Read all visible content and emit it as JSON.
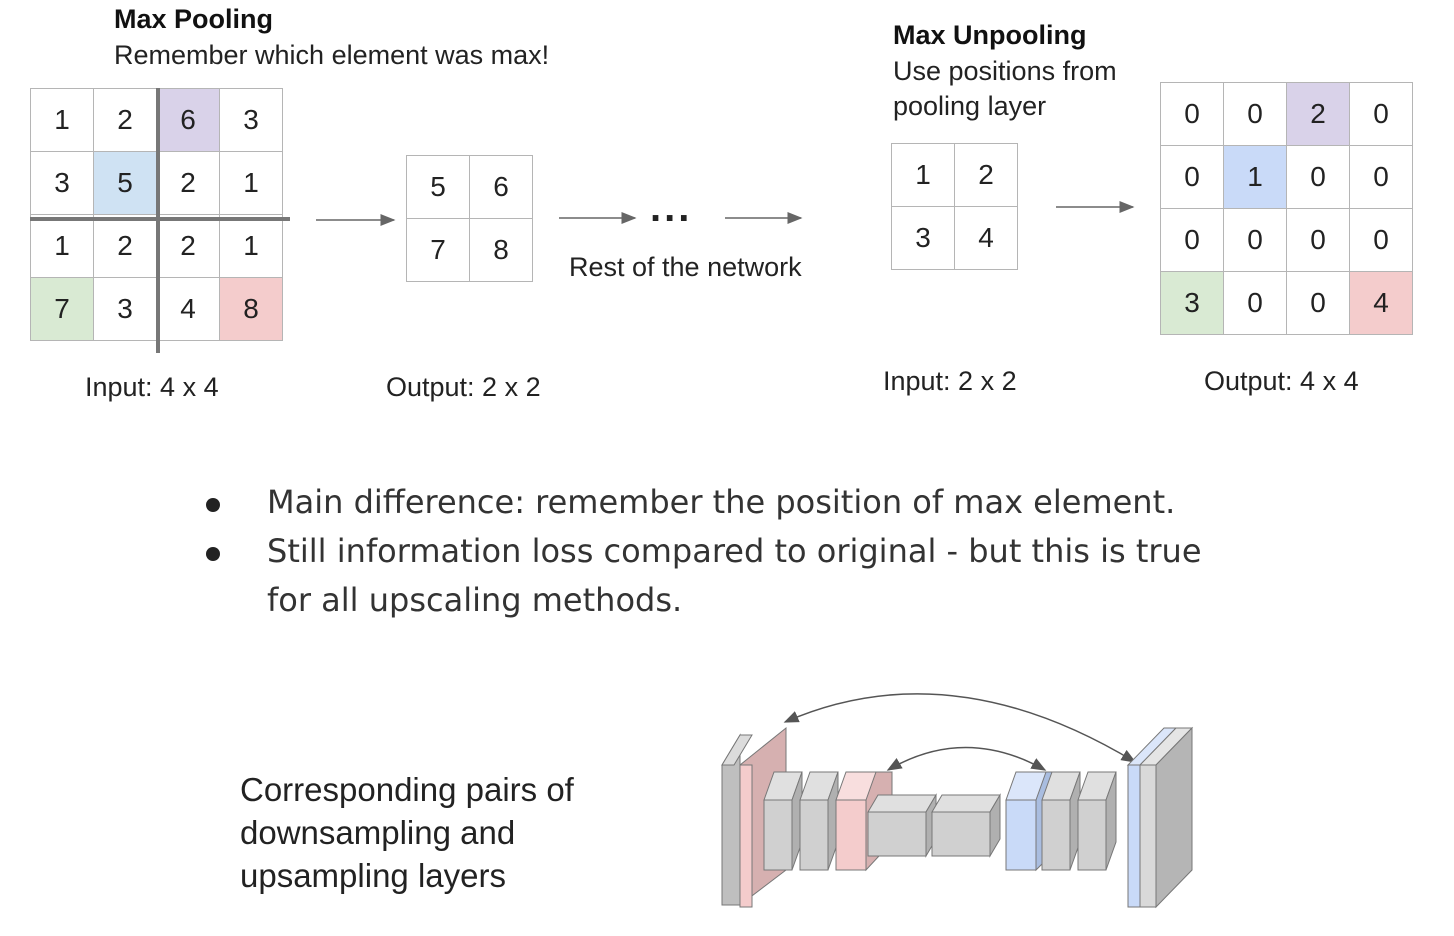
{
  "pooling": {
    "title": "Max Pooling",
    "subtitle": "Remember which element was max!",
    "input_grid": [
      [
        "1",
        "2",
        "6",
        "3"
      ],
      [
        "3",
        "5",
        "2",
        "1"
      ],
      [
        "1",
        "2",
        "2",
        "1"
      ],
      [
        "7",
        "3",
        "4",
        "8"
      ]
    ],
    "input_caption": "Input: 4 x 4",
    "output_grid": [
      [
        "5",
        "6"
      ],
      [
        "7",
        "8"
      ]
    ],
    "output_caption": "Output: 2 x 2"
  },
  "network": {
    "ellipsis": "...",
    "label": "Rest of the network"
  },
  "unpooling": {
    "title": "Max Unpooling",
    "subtitle_line1": "Use positions from",
    "subtitle_line2": "pooling layer",
    "input_grid": [
      [
        "1",
        "2"
      ],
      [
        "3",
        "4"
      ]
    ],
    "input_caption": "Input: 2 x 2",
    "output_grid": [
      [
        "0",
        "0",
        "2",
        "0"
      ],
      [
        "0",
        "1",
        "0",
        "0"
      ],
      [
        "0",
        "0",
        "0",
        "0"
      ],
      [
        "3",
        "0",
        "0",
        "4"
      ]
    ],
    "output_caption": "Output: 4 x 4"
  },
  "highlight_colors": {
    "purple": "#d9d2e9",
    "blue": "#cfe2f3",
    "green": "#d9ead3",
    "red": "#f4cccc"
  },
  "bullets": [
    "Main difference: remember the position of max element.",
    "Still information loss compared to original - but this is true for all upscaling methods."
  ],
  "architecture": {
    "caption_line1": "Corresponding pairs of",
    "caption_line2": "downsampling and",
    "caption_line3": "upsampling layers"
  }
}
